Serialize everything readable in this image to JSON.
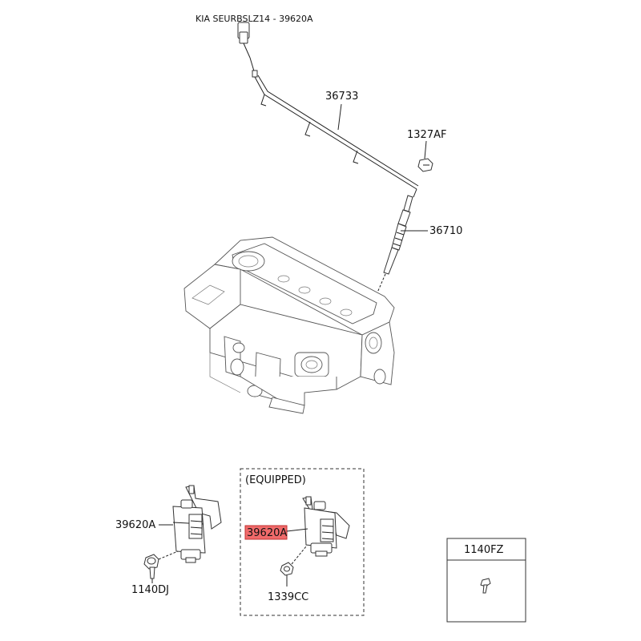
{
  "title": "KIA SEURBSLZ14 - 39620A",
  "callouts": {
    "harness": "36733",
    "nut": "1327AF",
    "glow_plug": "36710",
    "module_left": "39620A",
    "bolt_left": "1140DJ",
    "equipped_note": "(EQUIPPED)",
    "module_right": "39620A",
    "nut_right": "1339CC",
    "screw_box": "1140FZ"
  },
  "colors": {
    "highlight": "#f06a6a",
    "line": "#222222"
  }
}
